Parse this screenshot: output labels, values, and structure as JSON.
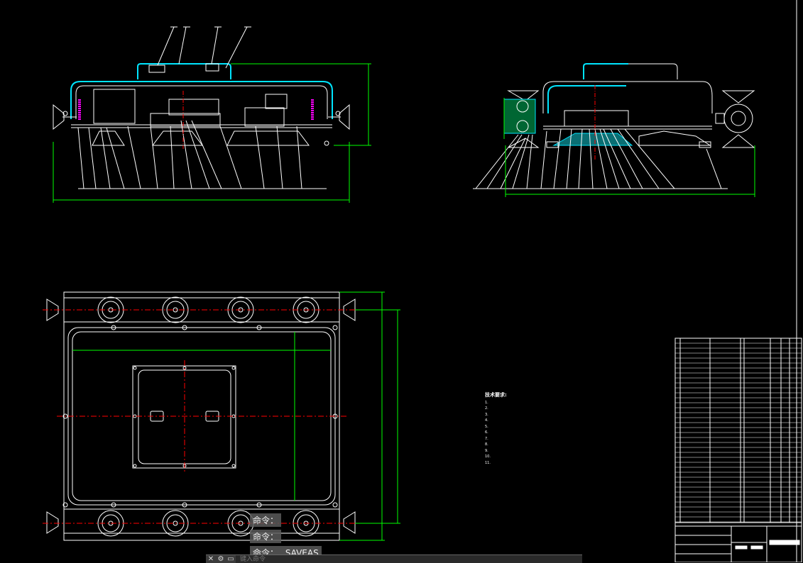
{
  "command_history": [
    {
      "text": "命令："
    },
    {
      "text": "命令："
    },
    {
      "text": "命令： _SAVEAS"
    }
  ],
  "command_bar": {
    "close_icon": "close-icon",
    "settings_icon": "wrench-icon",
    "prompt_icon": "command-prompt-icon",
    "placeholder": "键入命令"
  },
  "tech_notes": {
    "title": "技术要求:",
    "lines": [
      "1.",
      "2.",
      "3.",
      "4.",
      "5.",
      "6.",
      "7.",
      "8.",
      "9.",
      "10.",
      "11."
    ]
  },
  "colors": {
    "background": "#000000",
    "outline": "#ffffff",
    "dimension": "#00ff00",
    "centerline": "#ff0000",
    "hidden": "#00e5ff",
    "spring": "#ff00ff"
  }
}
